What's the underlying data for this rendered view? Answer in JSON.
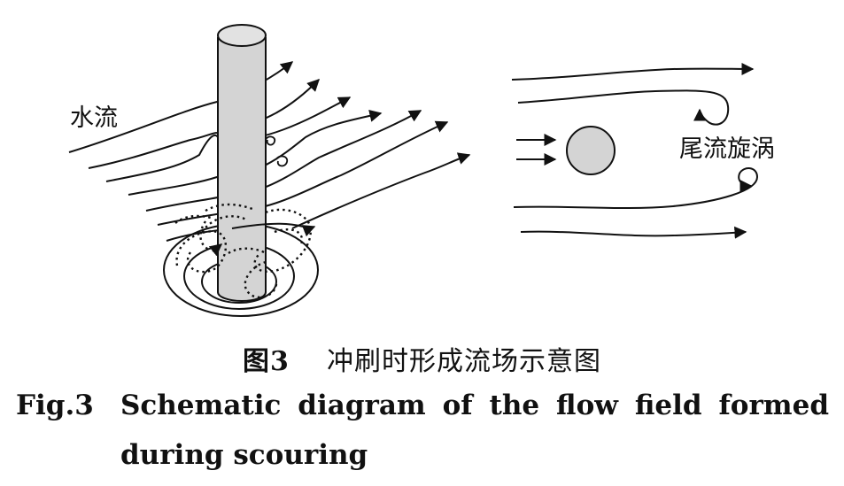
{
  "figure": {
    "label_water_flow": "水流",
    "label_wake_vortex": "尾流旋涡"
  },
  "caption": {
    "cn_fig_label": "图3",
    "cn_title": "冲刷时形成流场示意图",
    "en_fig_label": "Fig.3",
    "en_title_line1": "Schematic diagram of the flow field formed",
    "en_title_line2": "during scouring"
  },
  "colors": {
    "stroke": "#111111",
    "pier_fill": "#d4d4d4",
    "background": "#ffffff"
  }
}
